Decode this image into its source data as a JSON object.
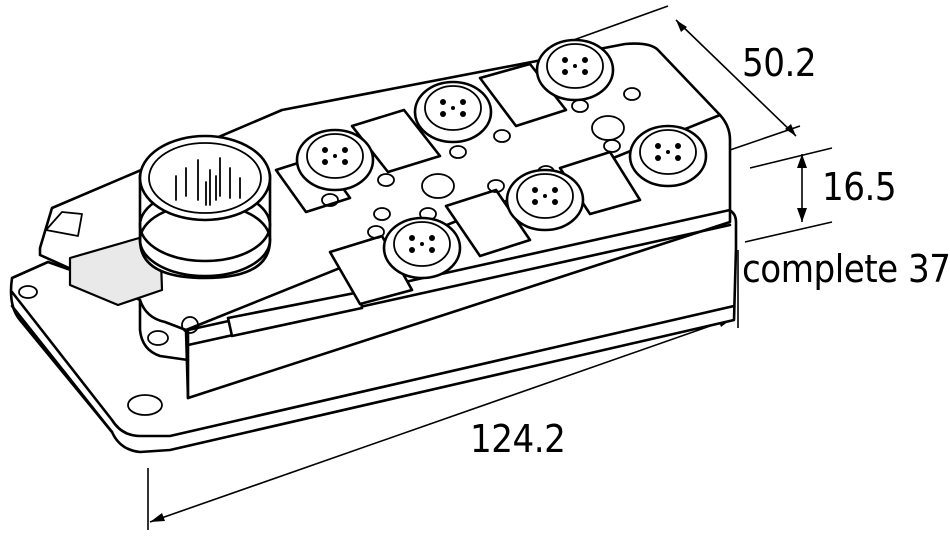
{
  "dimensions": {
    "width": "50.2",
    "height": "16.5",
    "complete": "complete 37",
    "length": "124.2"
  },
  "drawing": {
    "subject": "connector-distribution-box",
    "m23_connector_count": 1,
    "m12_socket_count": 6
  }
}
